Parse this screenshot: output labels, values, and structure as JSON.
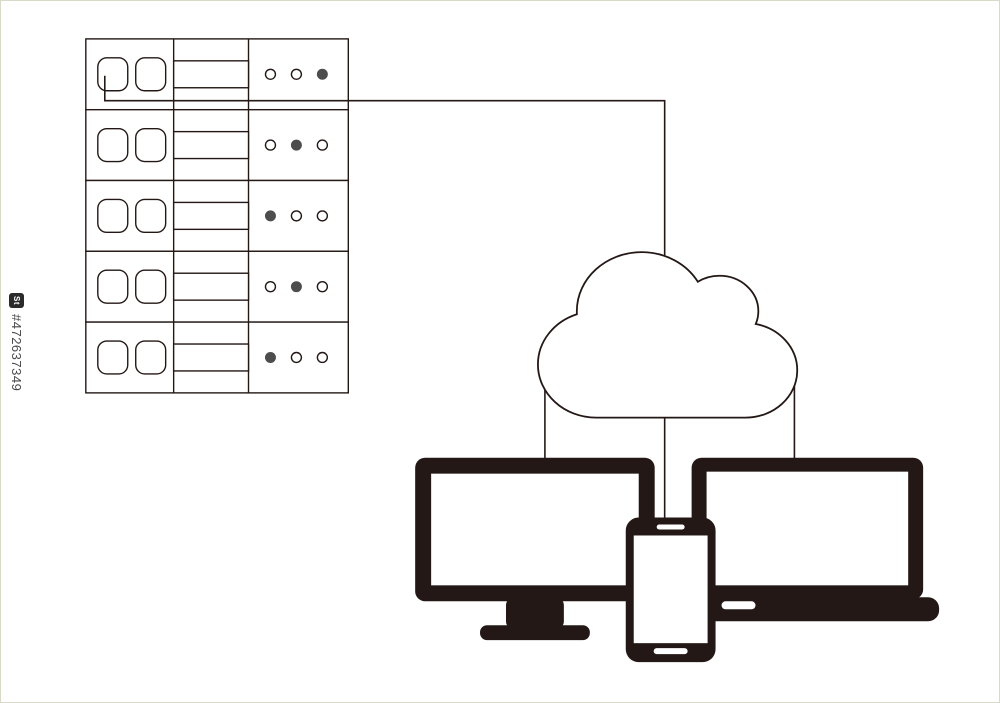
{
  "watermark": {
    "brand_logo": "St",
    "asset_id": "#472637349"
  },
  "colors": {
    "ink": "#231815",
    "led_on": "#4d4d4d",
    "background": "#ffffff",
    "frame_border": "#d9d9c8",
    "watermark_text": "#4a4a4a"
  },
  "diagram": {
    "nodes": [
      "server-rack",
      "cloud",
      "desktop-monitor",
      "smartphone",
      "laptop"
    ],
    "edges": [
      {
        "from": "server-rack",
        "to": "cloud"
      },
      {
        "from": "cloud",
        "to": "desktop-monitor"
      },
      {
        "from": "cloud",
        "to": "smartphone"
      },
      {
        "from": "cloud",
        "to": "laptop"
      }
    ]
  },
  "rack": {
    "row_count": 5,
    "rows": [
      {
        "leds": [
          0,
          0,
          1
        ]
      },
      {
        "leds": [
          0,
          1,
          0
        ]
      },
      {
        "leds": [
          1,
          0,
          0
        ]
      },
      {
        "leds": [
          0,
          1,
          0
        ]
      },
      {
        "leds": [
          1,
          0,
          0
        ]
      }
    ]
  }
}
